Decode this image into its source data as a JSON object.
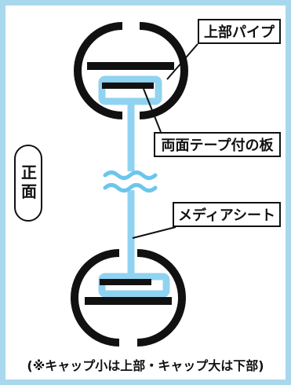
{
  "labels": {
    "upper_pipe": "上部パイプ",
    "tape_board": "両面テープ付の板",
    "media_sheet": "メディアシート"
  },
  "front_label": "正面",
  "note": "(※キャップ小は上部・キャップ大は下部)",
  "colors": {
    "frame": "#a8d8ee",
    "media": "#8fd3f0",
    "outline": "#111111",
    "background": "#ffffff"
  }
}
